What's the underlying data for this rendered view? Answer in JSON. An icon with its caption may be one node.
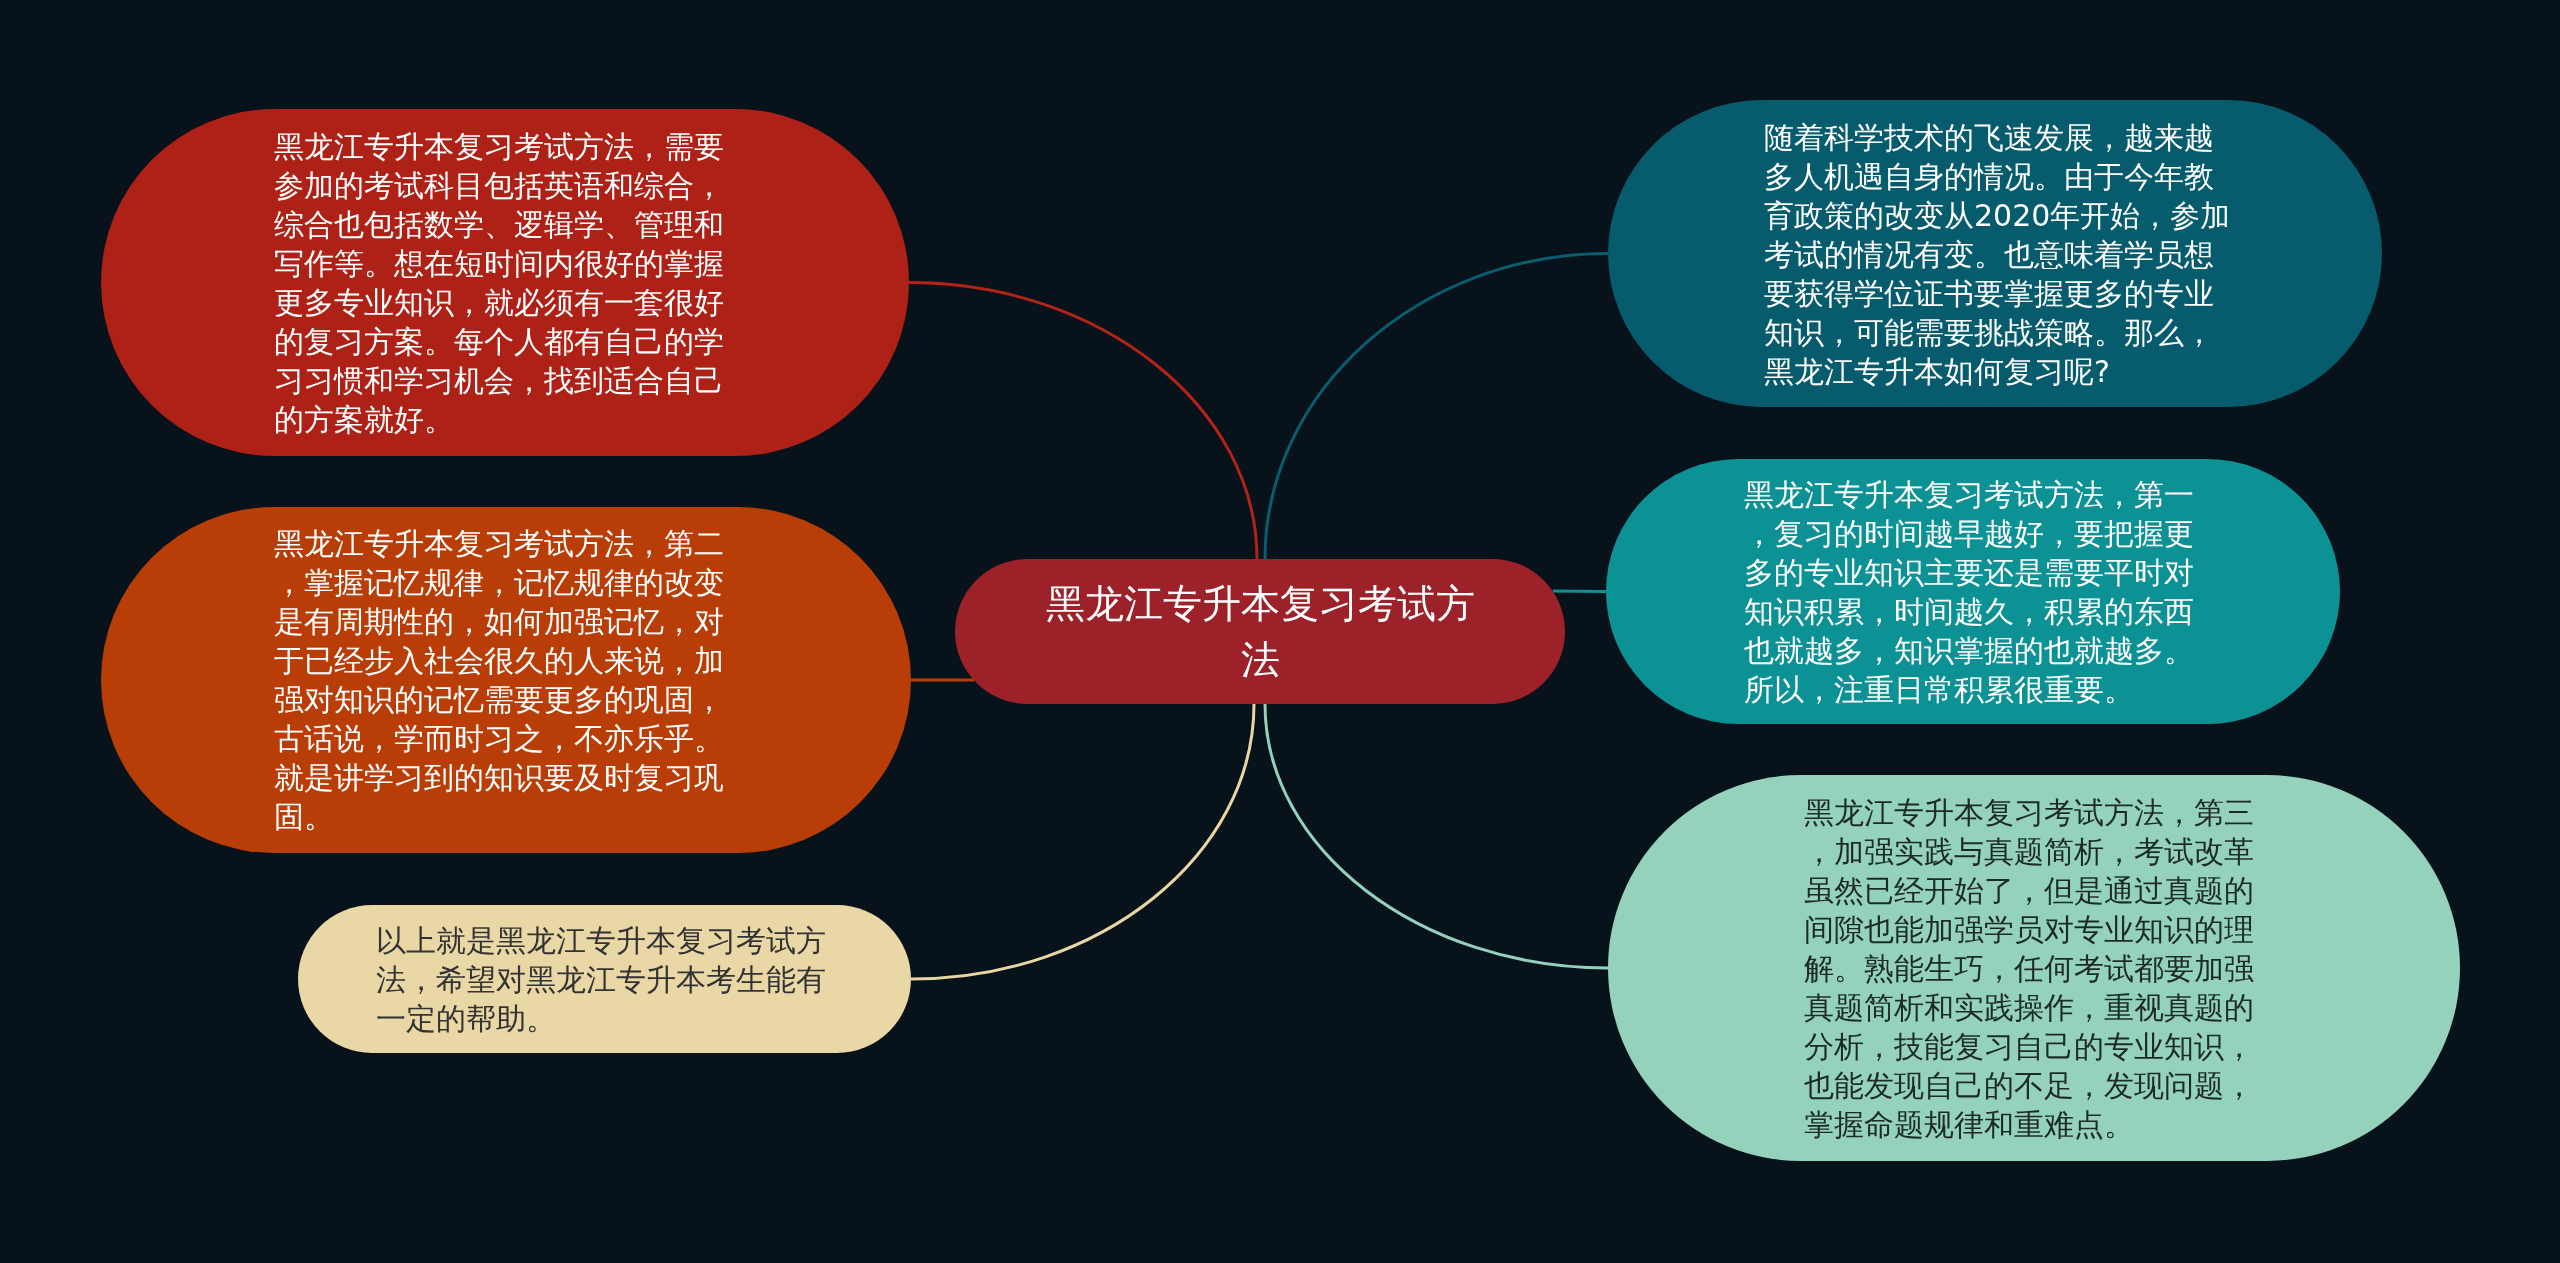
{
  "diagram": {
    "nodes": [
      {
        "text": [
          "黑龙江专升本复习考试方法"
        ]
      },
      {
        "text": [
          "黑龙江专升本复习考试方法，需要参加的考试科目包括英语和综合，综合也包括数学、逻辑学、管理和写作等。想在短时间内很好的掌握更多专业知识，就必须有一套很好的复习方案。每个人都有自己的学习习惯和学习机会，找到适合自己的方案就好。"
        ]
      },
      {
        "text": [
          "黑龙江专升本复习考试方法，第二，掌握记忆规律，记忆规律的改变是有周期性的，如何加强记忆，对于已经步入社会很久的人来说，加强对知识的记忆需要更多的巩固，古话说，学而时习之，不亦乐乎。就是讲学习到的知识要及时复习巩固。"
        ]
      },
      {
        "text": [
          "以上就是黑龙江专升本复习考试方法，希望对黑龙江专升本考生能有一定的帮助。"
        ]
      },
      {
        "text": [
          "随着科学技术的飞速发展，越来越多人机遇自身的情况。由于今年教育政策的改变从2020年开始，参加考试的情况有变。也意味着学员想要获得学位证书要掌握更多的专业知识，可能需要挑战策略。那么，黑龙江专升本如何复习呢?"
        ]
      },
      {
        "text": [
          "黑龙江专升本复习考试方法，第一，复习的时间越早越好，要把握更多的专业知识主要还是需要平时对知识积累，时间越久，积累的东西也就越多，知识掌握的也就越多。所以，注重日常积累很重要。"
        ]
      },
      {
        "text": [
          "黑龙江专升本复习考试方法，第三，加强实践与真题简析，考试改革虽然已经开始了，但是通过真题的间隙也能加强学员对专业知识的理解。熟能生巧，任何考试都要加强真题简析和实践操作，重视真题的分析，技能复习自己的专业知识，也能发现自己的不足，发现问题，掌握命题规律和重难点。"
        ]
      }
    ],
    "edges": [
      {
        "from": 0,
        "to": 1,
        "arrow": "none",
        "color": "#b22318"
      },
      {
        "from": 0,
        "to": 2,
        "arrow": "none",
        "color": "#b83d08"
      },
      {
        "from": 0,
        "to": 3,
        "arrow": "none",
        "color": "#e8d6a4"
      },
      {
        "from": 0,
        "to": 4,
        "arrow": "none",
        "color": "#0a5d6e"
      },
      {
        "from": 0,
        "to": 5,
        "arrow": "none",
        "color": "#0d9196"
      },
      {
        "from": 0,
        "to": 6,
        "arrow": "none",
        "color": "#93d1bc"
      }
    ]
  }
}
